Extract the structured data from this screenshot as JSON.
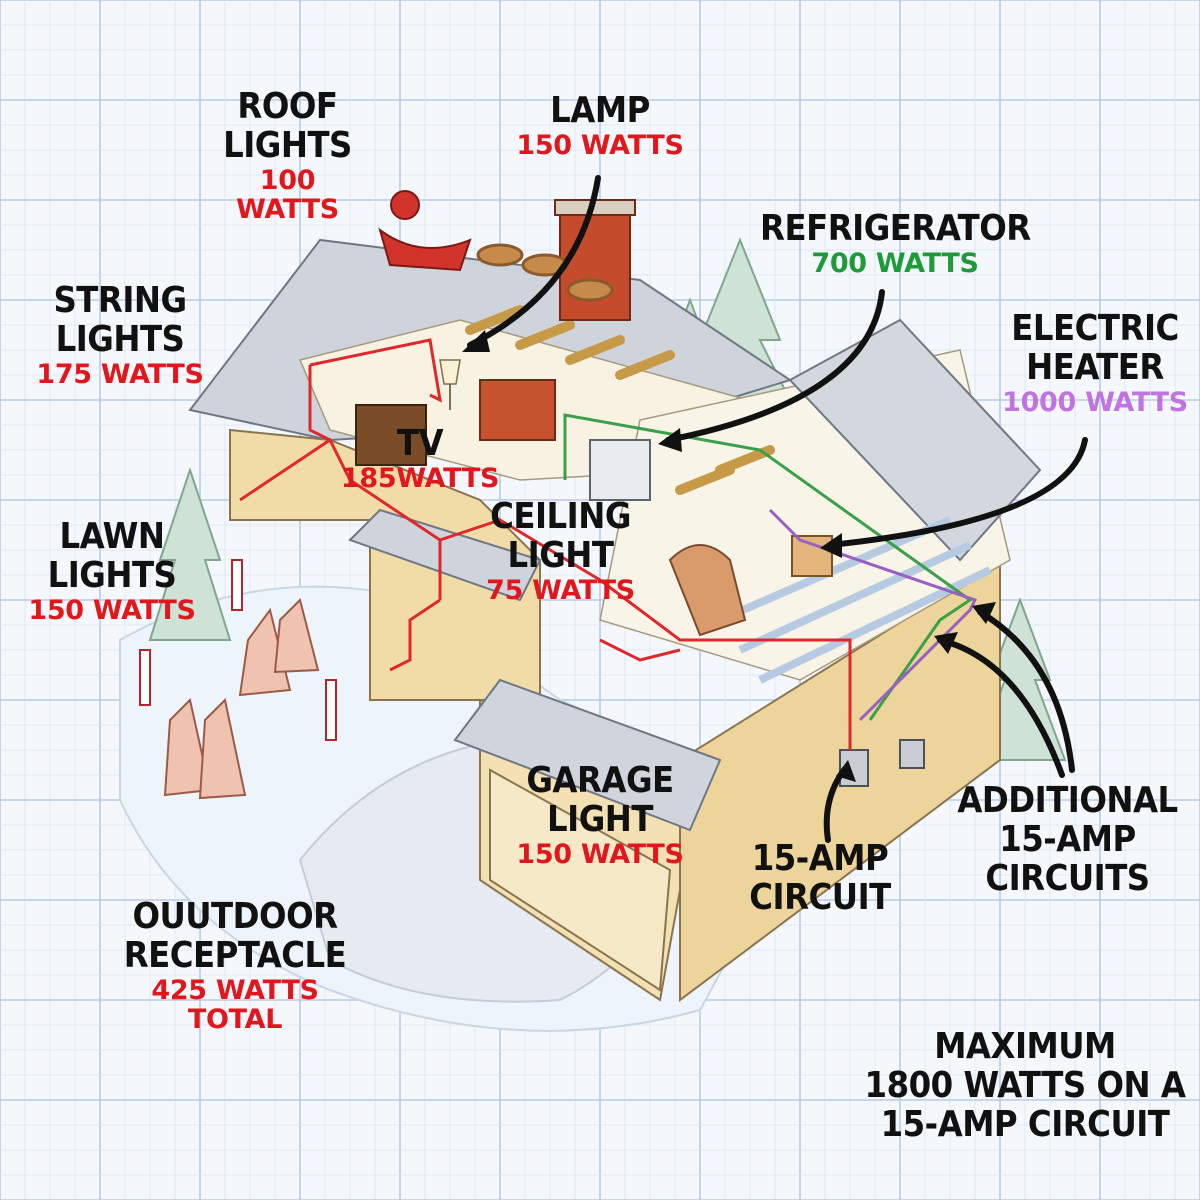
{
  "colors": {
    "paper": "#f4f7fb",
    "grid_minor": "#dbe5f3",
    "grid_major": "#b9cbe6",
    "label_black": "#111111",
    "watts_red": "#e0171c",
    "watts_green": "#1f9a3a",
    "watts_purple": "#c074e0",
    "wire_red": "#e0282c",
    "wire_green": "#3aa04a",
    "wire_purple": "#9a5fc2"
  },
  "labels": {
    "roof_lights": {
      "line1": "ROOF",
      "line2": "LIGHTS",
      "watts": "100 WATTS"
    },
    "lamp": {
      "line1": "LAMP",
      "watts": "150 WATTS"
    },
    "refrigerator": {
      "line1": "REFRIGERATOR",
      "watts": "700 WATTS"
    },
    "string_lights": {
      "line1": "STRING",
      "line2": "LIGHTS",
      "watts": "175 WATTS"
    },
    "electric_heater": {
      "line1": "ELECTRIC",
      "line2": "HEATER",
      "watts": "1000 WATTS"
    },
    "tv": {
      "line1": "TV",
      "watts": "185WATTS"
    },
    "ceiling_light": {
      "line1": "CEILING",
      "line2": "LIGHT",
      "watts": "75 WATTS"
    },
    "lawn_lights": {
      "line1": "LAWN",
      "line2": "LIGHTS",
      "watts": "150 WATTS"
    },
    "garage_light": {
      "line1": "GARAGE",
      "line2": "LIGHT",
      "watts": "150 WATTS"
    },
    "fifteen_amp_circuit": {
      "line1": "15-AMP",
      "line2": "CIRCUIT"
    },
    "additional_circuits": {
      "line1": "ADDITIONAL",
      "line2": "15-AMP",
      "line3": "CIRCUITS"
    },
    "outdoor_receptacle": {
      "line1": "OUUTDOOR",
      "line2": "RECEPTACLE",
      "watts": "425 WATTS TOTAL"
    },
    "maximum_note": {
      "line1": "MAXIMUM",
      "line2": "1800 WATTS ON A",
      "line3": "15-AMP CIRCUIT"
    }
  }
}
